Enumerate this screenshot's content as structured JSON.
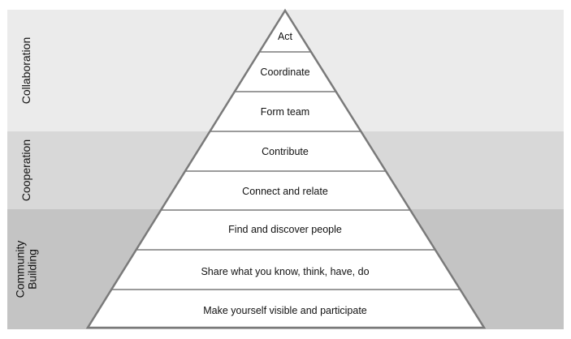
{
  "bands": [
    {
      "id": "collaboration",
      "lines": [
        "Collaboration"
      ],
      "color": "#ebebeb",
      "tiers": [
        "act",
        "coordinate",
        "form-team"
      ]
    },
    {
      "id": "cooperation",
      "lines": [
        "Cooperation"
      ],
      "color": "#d8d8d8",
      "tiers": [
        "contribute",
        "connect-and-relate"
      ]
    },
    {
      "id": "community-building",
      "lines": [
        "Community",
        "Building"
      ],
      "color": "#c4c4c4",
      "tiers": [
        "find-and-discover-people",
        "share-what-you-know",
        "make-yourself-visible"
      ]
    }
  ],
  "tiers": [
    {
      "id": "act",
      "label": "Act"
    },
    {
      "id": "coordinate",
      "label": "Coordinate"
    },
    {
      "id": "form-team",
      "label": "Form team"
    },
    {
      "id": "contribute",
      "label": "Contribute"
    },
    {
      "id": "connect-and-relate",
      "label": "Connect and relate"
    },
    {
      "id": "find-and-discover-people",
      "label": "Find and discover people"
    },
    {
      "id": "share-what-you-know",
      "label": "Share what you know, think, have, do"
    },
    {
      "id": "make-yourself-visible",
      "label": "Make yourself visible and participate"
    }
  ],
  "colors": {
    "outline": "#7a7a7a",
    "pyramid_fill": "#ffffff"
  }
}
